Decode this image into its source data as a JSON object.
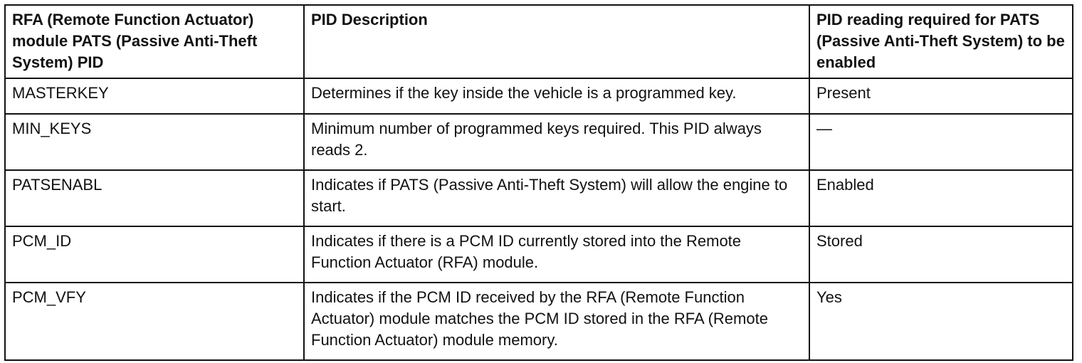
{
  "table": {
    "headers": [
      "RFA (Remote Function Actuator) module PATS (Passive Anti-Theft System) PID",
      "PID Description",
      "PID reading required for PATS (Passive Anti-Theft System) to be enabled"
    ],
    "rows": [
      {
        "pid": "MASTERKEY",
        "description": "Determines if the key inside the vehicle is a programmed key.",
        "reading": "Present"
      },
      {
        "pid": "MIN_KEYS",
        "description": "Minimum number of programmed keys required. This PID always reads 2.",
        "reading": "—"
      },
      {
        "pid": "PATSENABL",
        "description": "Indicates if PATS (Passive Anti-Theft System) will allow the engine to start.",
        "reading": "Enabled"
      },
      {
        "pid": "PCM_ID",
        "description": "Indicates if there is a PCM ID currently stored into the Remote Function Actuator (RFA) module.",
        "reading": "Stored"
      },
      {
        "pid": "PCM_VFY",
        "description": "Indicates if the PCM ID received by the RFA (Remote Function Actuator) module matches the PCM ID stored in the RFA (Remote Function Actuator) module memory.",
        "reading": "Yes"
      }
    ]
  }
}
